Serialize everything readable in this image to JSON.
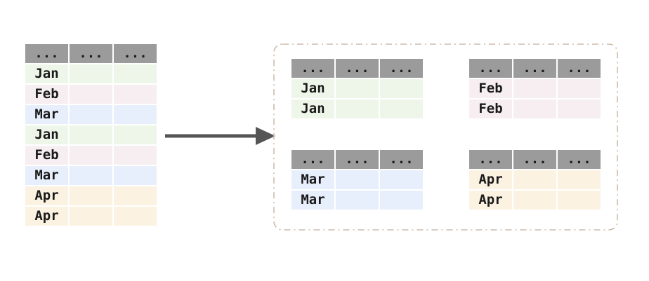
{
  "palette": {
    "header_bg": "#9b9b9b",
    "text": "#1a1a1a",
    "arrow": "#555555",
    "dashed_border": "#cdbcab",
    "row_colors": {
      "Jan": "#eef6e9",
      "Feb": "#f6eef1",
      "Mar": "#e8effc",
      "Apr": "#fbf2e1"
    }
  },
  "source_table": {
    "header": [
      "...",
      "...",
      "..."
    ],
    "rows": [
      "Jan",
      "Feb",
      "Mar",
      "Jan",
      "Feb",
      "Mar",
      "Apr",
      "Apr"
    ]
  },
  "groups": [
    {
      "id": "group-jan",
      "header": [
        "...",
        "...",
        "..."
      ],
      "rows": [
        "Jan",
        "Jan"
      ]
    },
    {
      "id": "group-feb",
      "header": [
        "...",
        "...",
        "..."
      ],
      "rows": [
        "Feb",
        "Feb"
      ]
    },
    {
      "id": "group-mar",
      "header": [
        "...",
        "...",
        "..."
      ],
      "rows": [
        "Mar",
        "Mar"
      ]
    },
    {
      "id": "group-apr",
      "header": [
        "...",
        "...",
        "..."
      ],
      "rows": [
        "Apr",
        "Apr"
      ]
    }
  ]
}
